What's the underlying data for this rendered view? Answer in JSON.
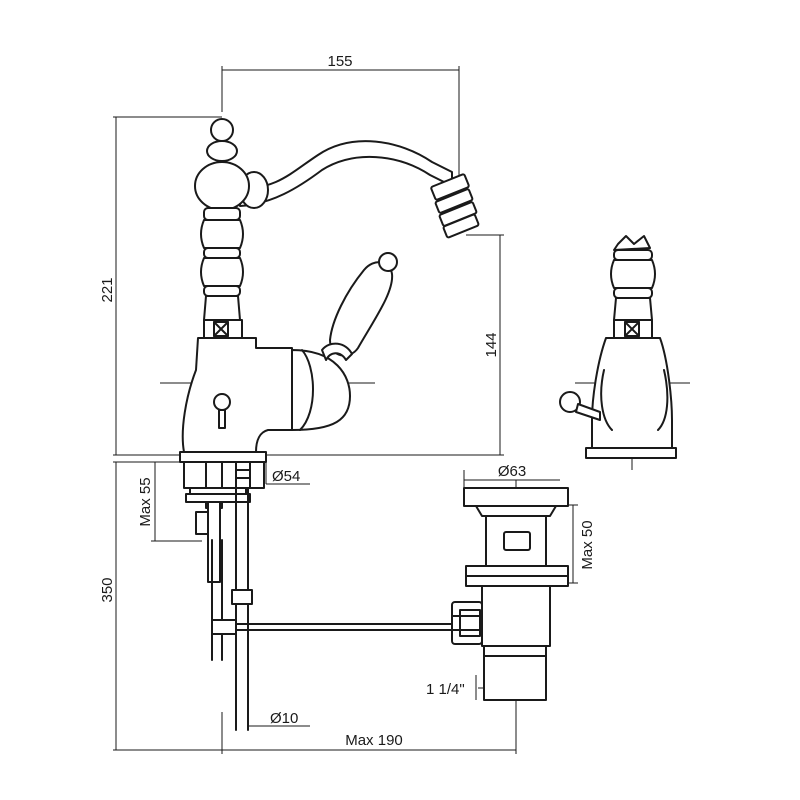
{
  "dimensions": {
    "width_top": "155",
    "height_total": "221",
    "height_spout": "144",
    "diam_base": "Ø54",
    "max_shank": "Max 55",
    "diam_waste": "Ø63",
    "max_waste": "Max 50",
    "height_below": "350",
    "thread": "1 1/4\"",
    "diam_rod": "Ø10",
    "max_reach": "Max 190"
  }
}
